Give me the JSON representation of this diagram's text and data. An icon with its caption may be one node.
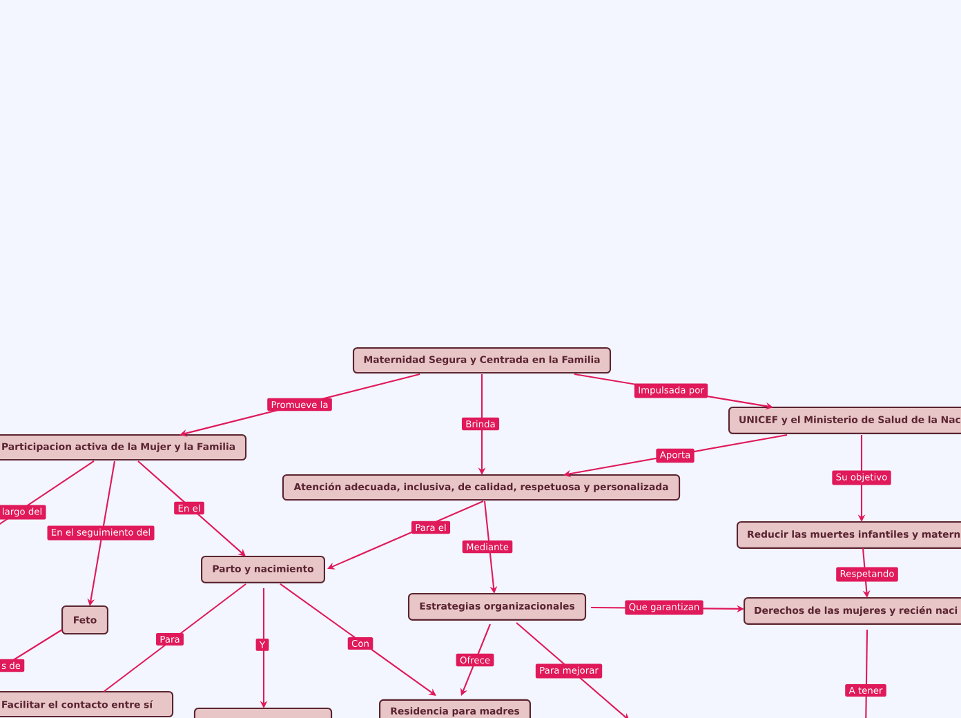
{
  "diagram": {
    "nodes": [
      {
        "text": [
          "Maternidad Segura y Centrada en la Familia"
        ]
      },
      {
        "text": [
          "Participacion activa de la Mujer y la Familia"
        ]
      },
      {
        "text": [
          "UNICEF y el Ministerio de Salud de la Nac"
        ]
      },
      {
        "text": [
          "Atención adecuada, inclusiva, de calidad, respetuosa y personalizada"
        ]
      },
      {
        "text": [
          "Parto y nacimiento"
        ]
      },
      {
        "text": [
          "Reducir las muertes infantiles y matern"
        ]
      },
      {
        "text": [
          "Estrategias organizacionales"
        ]
      },
      {
        "text": [
          "Derechos de las mujeres y recién naci"
        ]
      },
      {
        "text": [
          "Feto"
        ]
      },
      {
        "text": [
          "Facilitar el contacto entre sí"
        ]
      },
      {
        "text": [],
        "shape": "box"
      },
      {
        "text": [
          "Residencia para madres"
        ]
      }
    ],
    "edges": [
      {
        "from": 0,
        "to": 1,
        "arrow": "to",
        "label": "Promueve la"
      },
      {
        "from": 0,
        "to": 3,
        "arrow": "to",
        "label": "Brinda"
      },
      {
        "from": 0,
        "to": 2,
        "arrow": "to",
        "label": "Impulsada por"
      },
      {
        "from": 2,
        "to": 3,
        "arrow": "to",
        "label": "Aporta"
      },
      {
        "from": 2,
        "to": 5,
        "arrow": "to",
        "label": "Su objetivo"
      },
      {
        "from": 1,
        "to": null,
        "arrow": "none",
        "label": "largo del"
      },
      {
        "from": 1,
        "to": 8,
        "arrow": "to",
        "label": "En el seguimiento del"
      },
      {
        "from": 1,
        "to": 4,
        "arrow": "to",
        "label": "En el"
      },
      {
        "from": 3,
        "to": 4,
        "arrow": "to",
        "label": "Para el"
      },
      {
        "from": 3,
        "to": 6,
        "arrow": "to",
        "label": "Mediante"
      },
      {
        "from": 5,
        "to": 7,
        "arrow": "to",
        "label": "Respetando"
      },
      {
        "from": 6,
        "to": 7,
        "arrow": "to",
        "label": "Que garantizan"
      },
      {
        "from": 8,
        "to": null,
        "arrow": "none",
        "label": "s de"
      },
      {
        "from": 4,
        "to": 9,
        "arrow": "none",
        "label": "Para"
      },
      {
        "from": 4,
        "to": 10,
        "arrow": "to",
        "label": "Y"
      },
      {
        "from": 4,
        "to": 11,
        "arrow": "to",
        "label": "Con"
      },
      {
        "from": 6,
        "to": 11,
        "arrow": "to",
        "label": "Ofrece"
      },
      {
        "from": 6,
        "to": null,
        "arrow": "to",
        "label": "Para mejorar"
      },
      {
        "from": 7,
        "to": null,
        "arrow": "none",
        "label": "A tener"
      }
    ]
  }
}
